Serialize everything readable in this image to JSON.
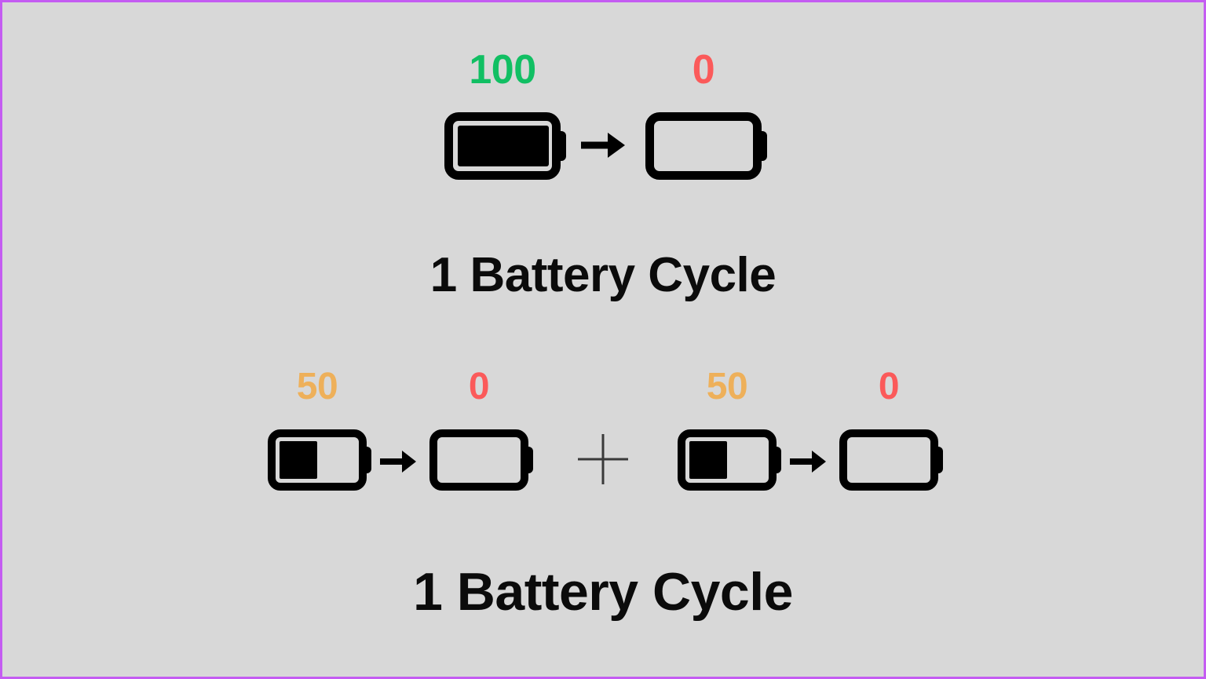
{
  "frame": {
    "background_color": "#d8d8d8",
    "border_color": "#c45cf2"
  },
  "palette": {
    "full": "#11bf63",
    "half": "#eeb05a",
    "empty": "#fb5a5a",
    "outline": "#000000",
    "plus": "#3a3a3a",
    "caption": "#0b0b0b"
  },
  "scenes": [
    {
      "id": "single-full-discharge",
      "caption": "1 Battery Cycle",
      "steps": [
        {
          "kind": "battery",
          "percent_label": "100",
          "percent_color": "#11bf63",
          "fill_ratio": 1.0,
          "icon": "battery-full-icon"
        },
        {
          "kind": "arrow",
          "icon": "arrow-right-icon"
        },
        {
          "kind": "battery",
          "percent_label": "0",
          "percent_color": "#fb5a5a",
          "fill_ratio": 0.0,
          "icon": "battery-empty-icon"
        }
      ]
    },
    {
      "id": "two-half-discharges",
      "caption": "1 Battery Cycle",
      "steps": [
        {
          "kind": "battery",
          "percent_label": "50",
          "percent_color": "#eeb05a",
          "fill_ratio": 0.5,
          "icon": "battery-half-icon"
        },
        {
          "kind": "arrow",
          "icon": "arrow-right-icon"
        },
        {
          "kind": "battery",
          "percent_label": "0",
          "percent_color": "#fb5a5a",
          "fill_ratio": 0.0,
          "icon": "battery-empty-icon"
        },
        {
          "kind": "plus",
          "icon": "plus-icon"
        },
        {
          "kind": "battery",
          "percent_label": "50",
          "percent_color": "#eeb05a",
          "fill_ratio": 0.5,
          "icon": "battery-half-icon"
        },
        {
          "kind": "arrow",
          "icon": "arrow-right-icon"
        },
        {
          "kind": "battery",
          "percent_label": "0",
          "percent_color": "#fb5a5a",
          "fill_ratio": 0.0,
          "icon": "battery-empty-icon"
        }
      ]
    }
  ]
}
